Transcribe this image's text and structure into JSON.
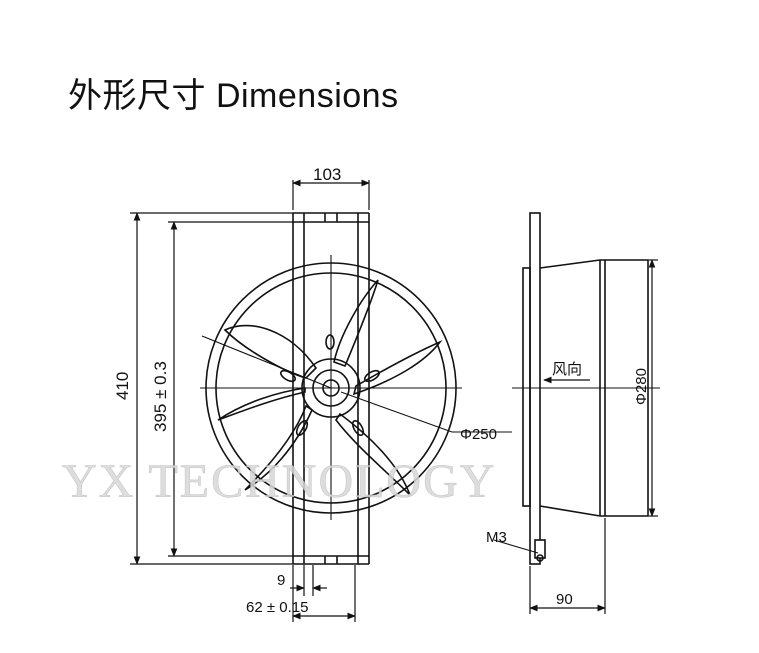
{
  "title": "外形尺寸 Dimensions",
  "watermark": "YX TECHNOLOGY",
  "front_view": {
    "width_top": "103",
    "overall_height": "410",
    "mount_height": "395 ± 0.3",
    "inner_diameter": "Φ250",
    "slot_width": "9",
    "bottom_offset": "62 ± 0.15"
  },
  "side_view": {
    "airflow_label": "风向",
    "outer_diameter": "Φ280",
    "screw": "M3",
    "depth": "90"
  }
}
